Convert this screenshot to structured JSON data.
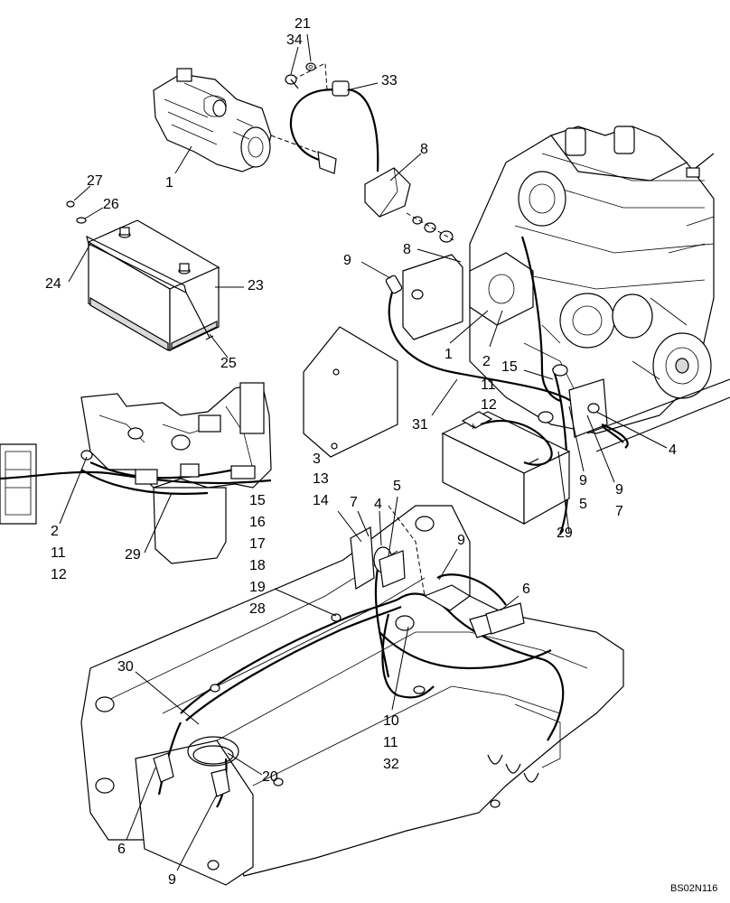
{
  "callouts": {
    "c_34": "34",
    "c_21": "21",
    "c_33": "33",
    "c_1_top": "1",
    "c_8_top": "8",
    "c_27": "27",
    "c_26": "26",
    "c_24": "24",
    "c_23": "23",
    "c_25": "25",
    "c_8_engine": "8",
    "c_9_engine": "9",
    "c_1_engine": "1",
    "c_2_engine": "2",
    "c_15_right": "15",
    "c_11_right": "11",
    "c_12_right": "12",
    "c_31": "31",
    "c_4_right": "4",
    "c_9_right_a": "9",
    "c_7_right": "7",
    "c_9_right_b": "9",
    "c_5_right": "5",
    "c_29_right": "29",
    "c_3": "3",
    "c_13": "13",
    "c_14": "14",
    "c_7_mid": "7",
    "c_4_mid": "4",
    "c_5_mid": "5",
    "c_9_mid": "9",
    "c_6_mid": "6",
    "c_15_mid": "15",
    "c_16": "16",
    "c_17": "17",
    "c_18": "18",
    "c_19": "19",
    "c_28": "28",
    "c_2_left": "2",
    "c_11_left": "11",
    "c_12_left": "12",
    "c_29_left": "29",
    "c_30": "30",
    "c_20": "20",
    "c_10": "10",
    "c_11_bottom": "11",
    "c_32": "32",
    "c_6_bottom": "6",
    "c_9_bottom": "9"
  },
  "drawing_code": "BS02N116"
}
